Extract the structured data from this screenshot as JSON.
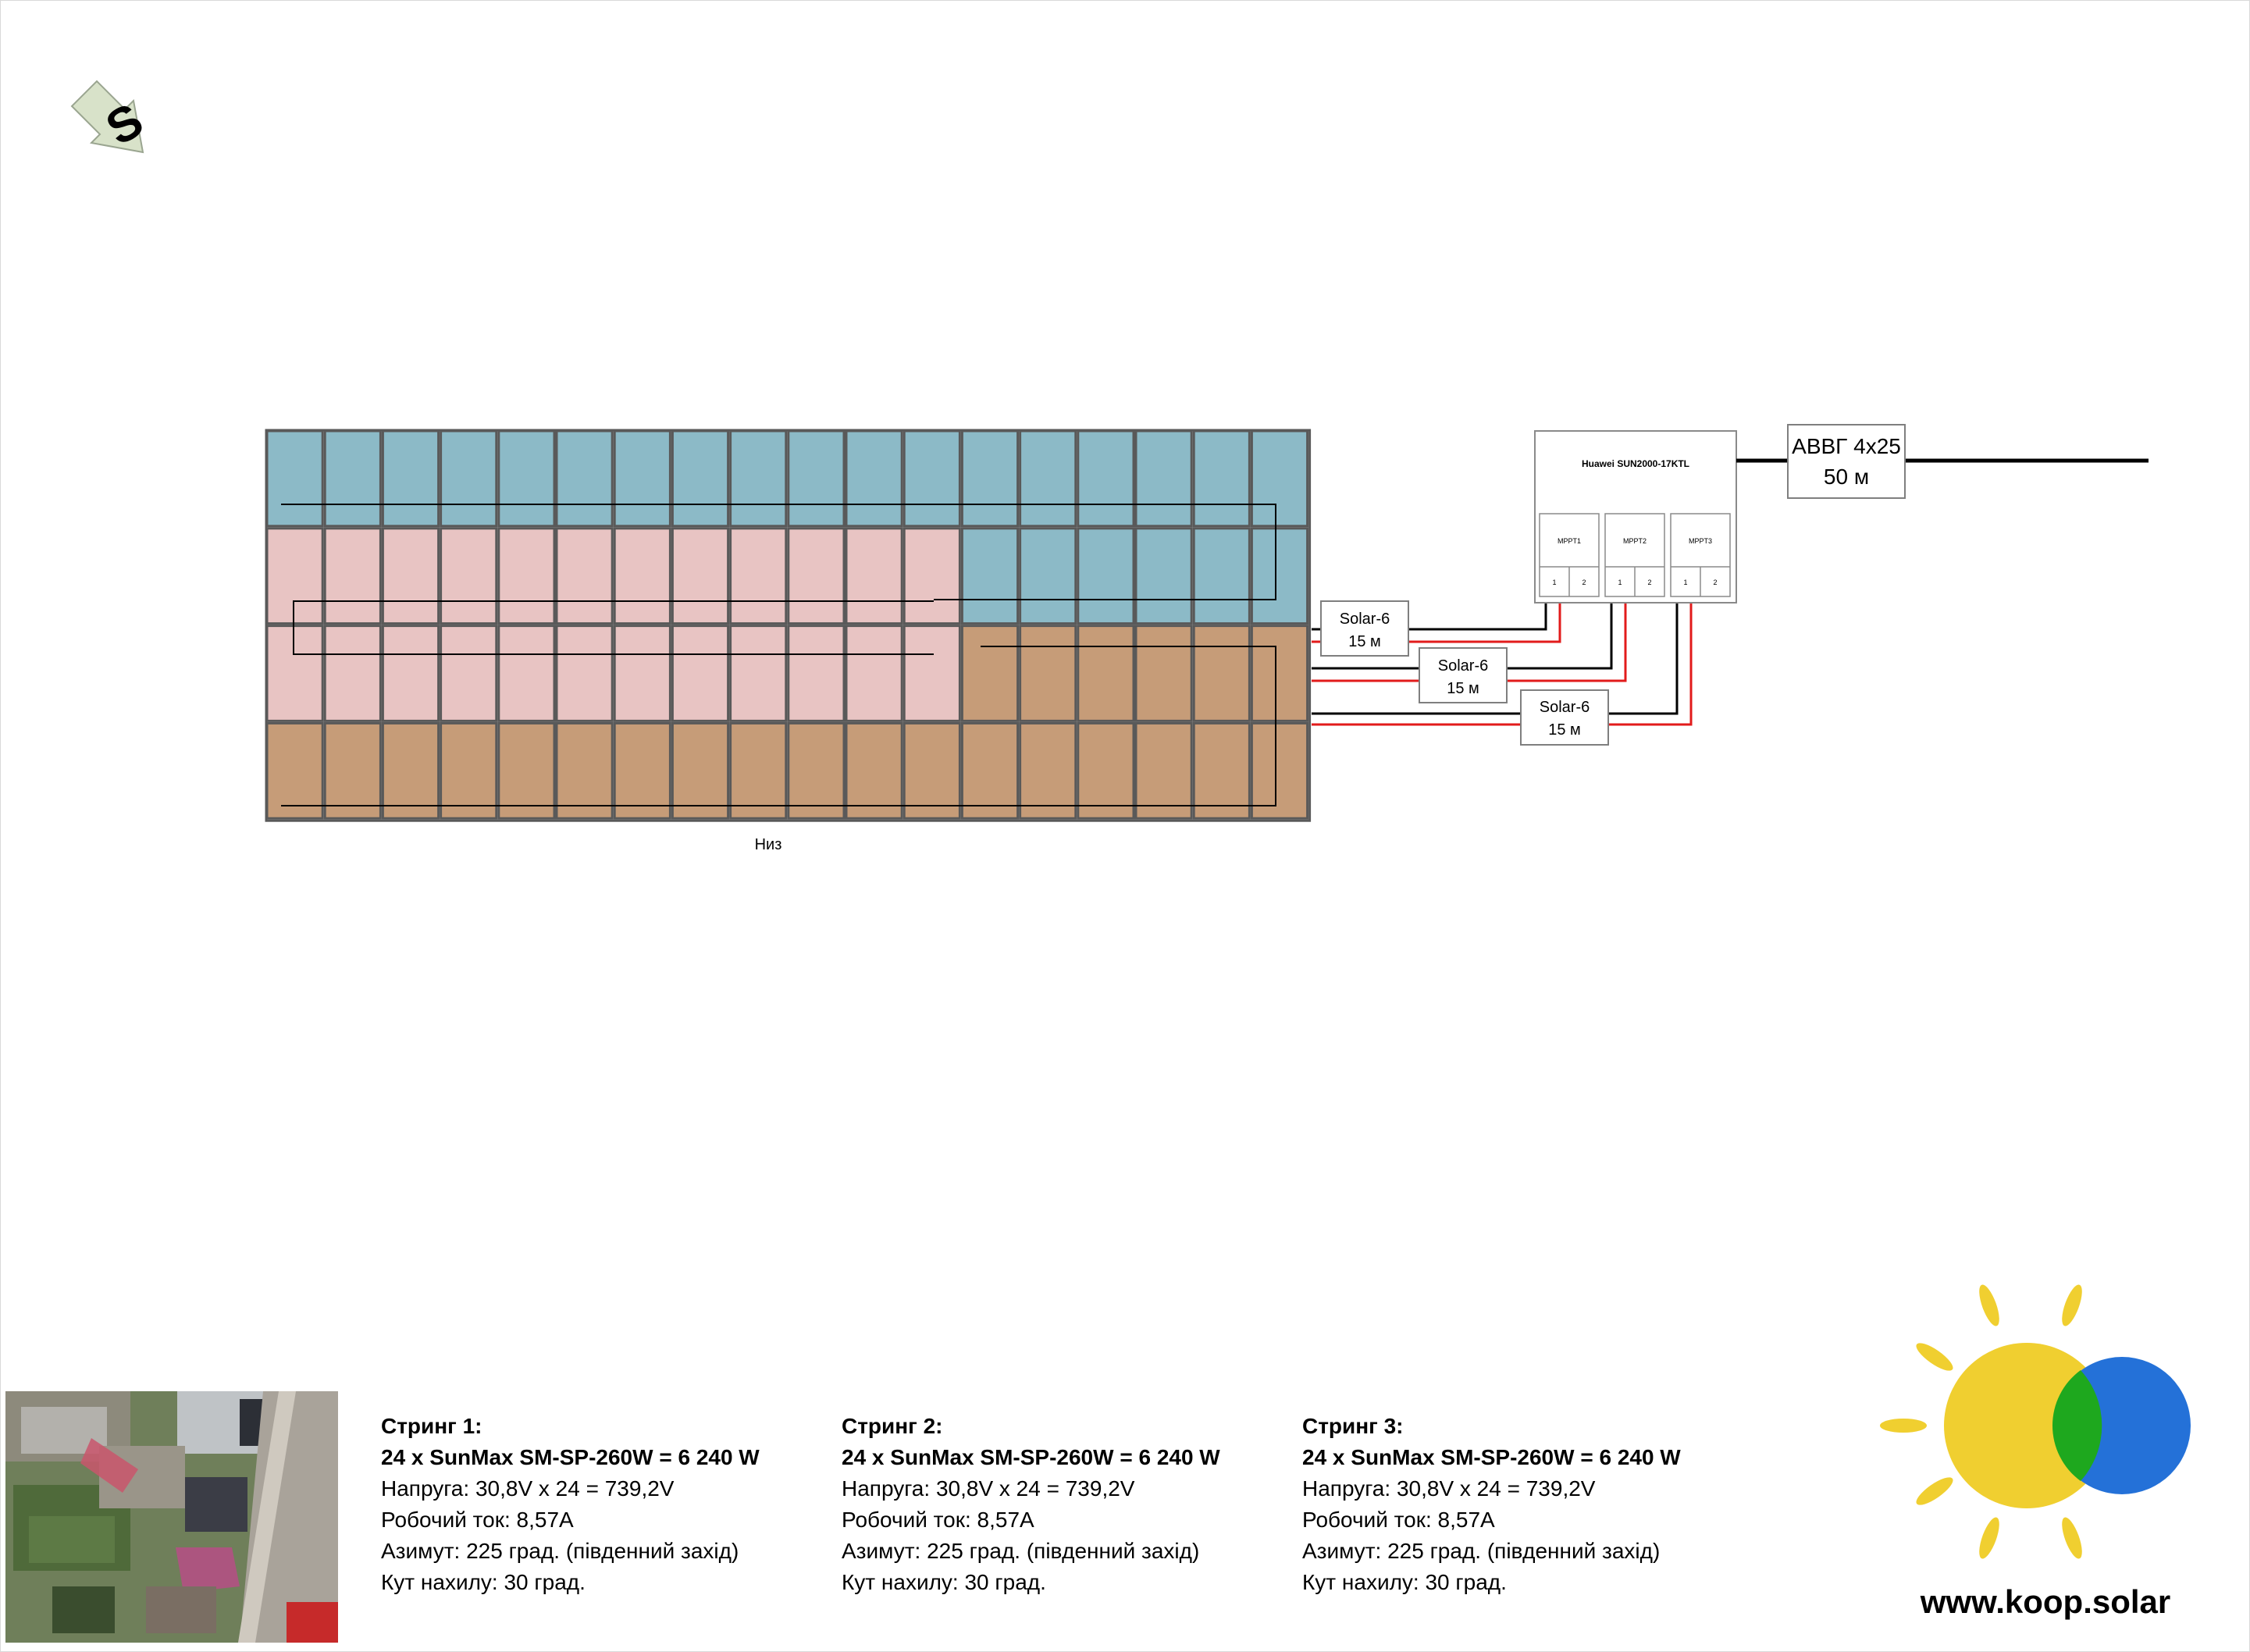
{
  "compass": {
    "letter": "S"
  },
  "roof": {
    "bottom_label": "Низ",
    "rows": 4,
    "columns": 18,
    "strings": [
      {
        "id": 1,
        "color": "#8cbac7",
        "modules": 24
      },
      {
        "id": 2,
        "color": "#e8c4c3",
        "modules": 24
      },
      {
        "id": 3,
        "color": "#c69c78",
        "modules": 24
      }
    ]
  },
  "cables": [
    {
      "label": "Solar-6",
      "length": "15 м"
    },
    {
      "label": "Solar-6",
      "length": "15 м"
    },
    {
      "label": "Solar-6",
      "length": "15 м"
    }
  ],
  "inverter": {
    "name": "Huawei SUN2000-17KTL",
    "mppts": [
      {
        "label": "MPPT1",
        "inputs": [
          "1",
          "2"
        ]
      },
      {
        "label": "MPPT2",
        "inputs": [
          "1",
          "2"
        ]
      },
      {
        "label": "MPPT3",
        "inputs": [
          "1",
          "2"
        ]
      }
    ]
  },
  "ac_cable": {
    "label": "АВВГ 4х25",
    "length": "50 м"
  },
  "string_specs": [
    {
      "title": "Стринг 1:",
      "modules": "24 х SunMax SM-SP-260W = 6 240 W",
      "voltage": "Напруга: 30,8V х 24 = 739,2V",
      "current": "Робочий ток: 8,57А",
      "azimuth": "Азимут: 225 град. (південний захід)",
      "tilt": "Кут нахилу: 30 град."
    },
    {
      "title": "Стринг 2:",
      "modules": "24 х SunMax SM-SP-260W = 6 240 W",
      "voltage": "Напруга: 30,8V х 24 = 739,2V",
      "current": "Робочий ток: 8,57А",
      "azimuth": "Азимут: 225 град. (південний захід)",
      "tilt": "Кут нахилу: 30 град."
    },
    {
      "title": "Стринг 3:",
      "modules": "24 х SunMax SM-SP-260W = 6 240 W",
      "voltage": "Напруга: 30,8V х 24 = 739,2V",
      "current": "Робочий ток: 8,57А",
      "azimuth": "Азимут: 225 град. (південний захід)",
      "tilt": "Кут нахилу: 30 град."
    }
  ],
  "logo": {
    "url": "www.koop.solar"
  },
  "colors": {
    "positive": "#e21b1b",
    "negative": "#000000",
    "sun_yellow": "#f0cf30",
    "circle_blue": "#2471d8",
    "overlap_green": "#1ea81e"
  }
}
